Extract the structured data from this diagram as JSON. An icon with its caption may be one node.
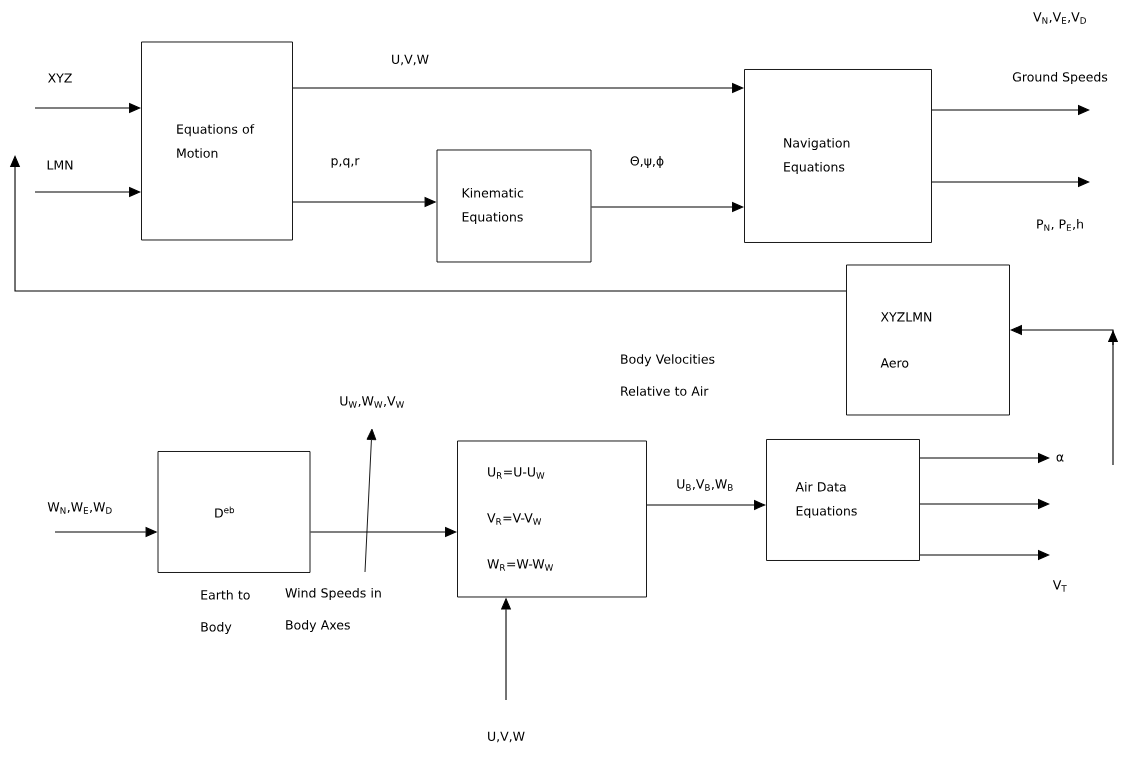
{
  "diagram": {
    "nodes": [
      {
        "text": [
          "Equations of Motion"
        ]
      },
      {
        "text": [
          "Kinematic Equations"
        ]
      },
      {
        "text": [
          "Navigation Equations"
        ]
      },
      {
        "text": [
          "XYZLMN",
          "Aero"
        ]
      },
      {
        "text": [
          "D$^{eb}$"
        ],
        "beside": [
          "Earth to Body"
        ]
      },
      {
        "text": [
          "U$_{R}$=U-U$_{W}$",
          "V$_{R}$=V-V$_{W}$",
          "W$_{R}$=W-W$_{W}$"
        ]
      },
      {
        "text": [
          "Air Data Equations"
        ]
      }
    ],
    "edges": [
      {
        "from": null,
        "to": 0,
        "arrow": "to",
        "label": "XYZ"
      },
      {
        "from": null,
        "to": 0,
        "arrow": "to",
        "label": "LMN"
      },
      {
        "from": 0,
        "to": 2,
        "arrow": "to",
        "label": "U,V,W"
      },
      {
        "from": 0,
        "to": 1,
        "arrow": "to",
        "label": "p,q,r"
      },
      {
        "from": 1,
        "to": 2,
        "arrow": "to",
        "label": "Θ,ψ,ϕ"
      },
      {
        "from": 2,
        "to": null,
        "arrow": "to",
        "label": "Ground Speeds"
      },
      {
        "from": 2,
        "to": null,
        "arrow": "to",
        "label": "P$_{N}$, P$_{E}$,h"
      },
      {
        "from": 3,
        "to": null,
        "arrow": "to"
      },
      {
        "from": null,
        "to": 3,
        "arrow": "to"
      },
      {
        "from": null,
        "to": 4,
        "arrow": "to",
        "label": "W$_{N}$,W$_{E}$,W$_{D}$"
      },
      {
        "from": 4,
        "to": 5,
        "arrow": "to"
      },
      {
        "from": null,
        "to": 5,
        "arrow": "to",
        "label": "U,V,W"
      },
      {
        "from": 5,
        "to": 6,
        "arrow": "to",
        "label": "U$_{B}$,V$_{B}$,W$_{B}$"
      },
      {
        "from": 6,
        "to": null,
        "arrow": "to",
        "label": "α"
      },
      {
        "from": 6,
        "to": null,
        "arrow": "to"
      },
      {
        "from": 6,
        "to": null,
        "arrow": "to",
        "label": "V$_{T}$"
      }
    ],
    "labels": [
      "V$_{N}$,V$_{E}$,V$_{D}$",
      "Body Velocities Relative to Air",
      "U$_{W}$,W$_{W}$,V$_{W}$",
      "Wind Speeds in Body Axes"
    ]
  }
}
